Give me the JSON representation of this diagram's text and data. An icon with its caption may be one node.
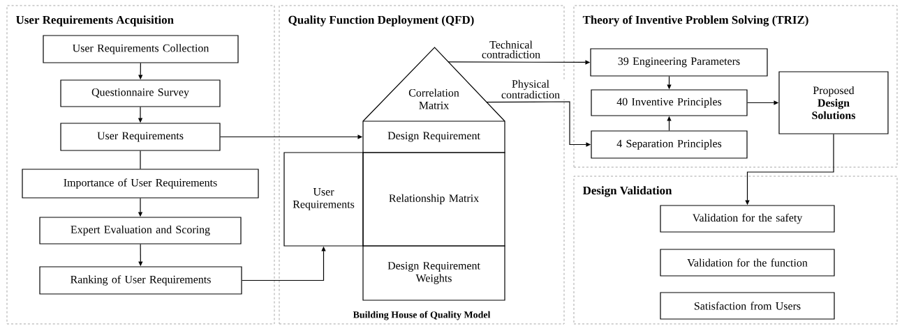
{
  "diagram": {
    "nodes": [
      {
        "text": [
          "User Requirements Acquisition"
        ]
      },
      {
        "text": [
          "User Requirements Collection"
        ],
        "in": 0
      },
      {
        "text": [
          "Questionnaire Survey"
        ],
        "in": 0
      },
      {
        "text": [
          "User Requirements"
        ],
        "in": 0
      },
      {
        "text": [
          "Importance of User Requirements"
        ],
        "in": 0
      },
      {
        "text": [
          "Expert Evaluation and Scoring"
        ],
        "in": 0
      },
      {
        "text": [
          "Ranking of User Requirements"
        ],
        "in": 0
      },
      {
        "text": [
          "Quality Function Deployment (QFD)",
          "Building House of Quality Model"
        ]
      },
      {
        "text": [
          "Correlation Matrix"
        ],
        "in": 7
      },
      {
        "text": [
          "Design Requirement"
        ],
        "in": 7
      },
      {
        "text": [
          "User Requirements"
        ],
        "in": 7
      },
      {
        "text": [
          "Relationship Matrix"
        ],
        "in": 7
      },
      {
        "text": [
          "Design Requirement Weights"
        ],
        "in": 7
      },
      {
        "text": [
          "Theory of Inventive Problem Solving (TRIZ)"
        ]
      },
      {
        "text": [
          "39 Engineering Parameters"
        ],
        "in": 13
      },
      {
        "text": [
          "40 Inventive Principles"
        ],
        "in": 13
      },
      {
        "text": [
          "4 Separation Principles"
        ],
        "in": 13
      },
      {
        "text": [
          "Proposed **Design Solutions**"
        ],
        "in": 13
      },
      {
        "text": [
          "Design Validation"
        ]
      },
      {
        "text": [
          "Validation for the safety"
        ],
        "in": 18
      },
      {
        "text": [
          "Validation for the function"
        ],
        "in": 18
      },
      {
        "text": [
          "Satisfaction from Users"
        ],
        "in": 18
      }
    ],
    "edges": [
      {
        "from": 1,
        "to": 2,
        "arrow": "to"
      },
      {
        "from": 2,
        "to": 3,
        "arrow": "to"
      },
      {
        "from": 3,
        "to": 4,
        "arrow": "none"
      },
      {
        "from": 4,
        "to": 5,
        "arrow": "to"
      },
      {
        "from": 5,
        "to": 6,
        "arrow": "to"
      },
      {
        "from": 3,
        "to": 9,
        "arrow": "to"
      },
      {
        "from": 6,
        "to": 10,
        "arrow": "to"
      },
      {
        "from": 8,
        "to": 14,
        "arrow": "to",
        "label": "Technical contradiction"
      },
      {
        "from": 8,
        "to": 16,
        "arrow": "to",
        "label": "Physical contradiction"
      },
      {
        "from": 14,
        "to": 15,
        "arrow": "to"
      },
      {
        "from": 16,
        "to": 15,
        "arrow": "to"
      },
      {
        "from": 15,
        "to": 17,
        "arrow": "to"
      },
      {
        "from": 17,
        "to": 19,
        "arrow": "to"
      }
    ]
  }
}
